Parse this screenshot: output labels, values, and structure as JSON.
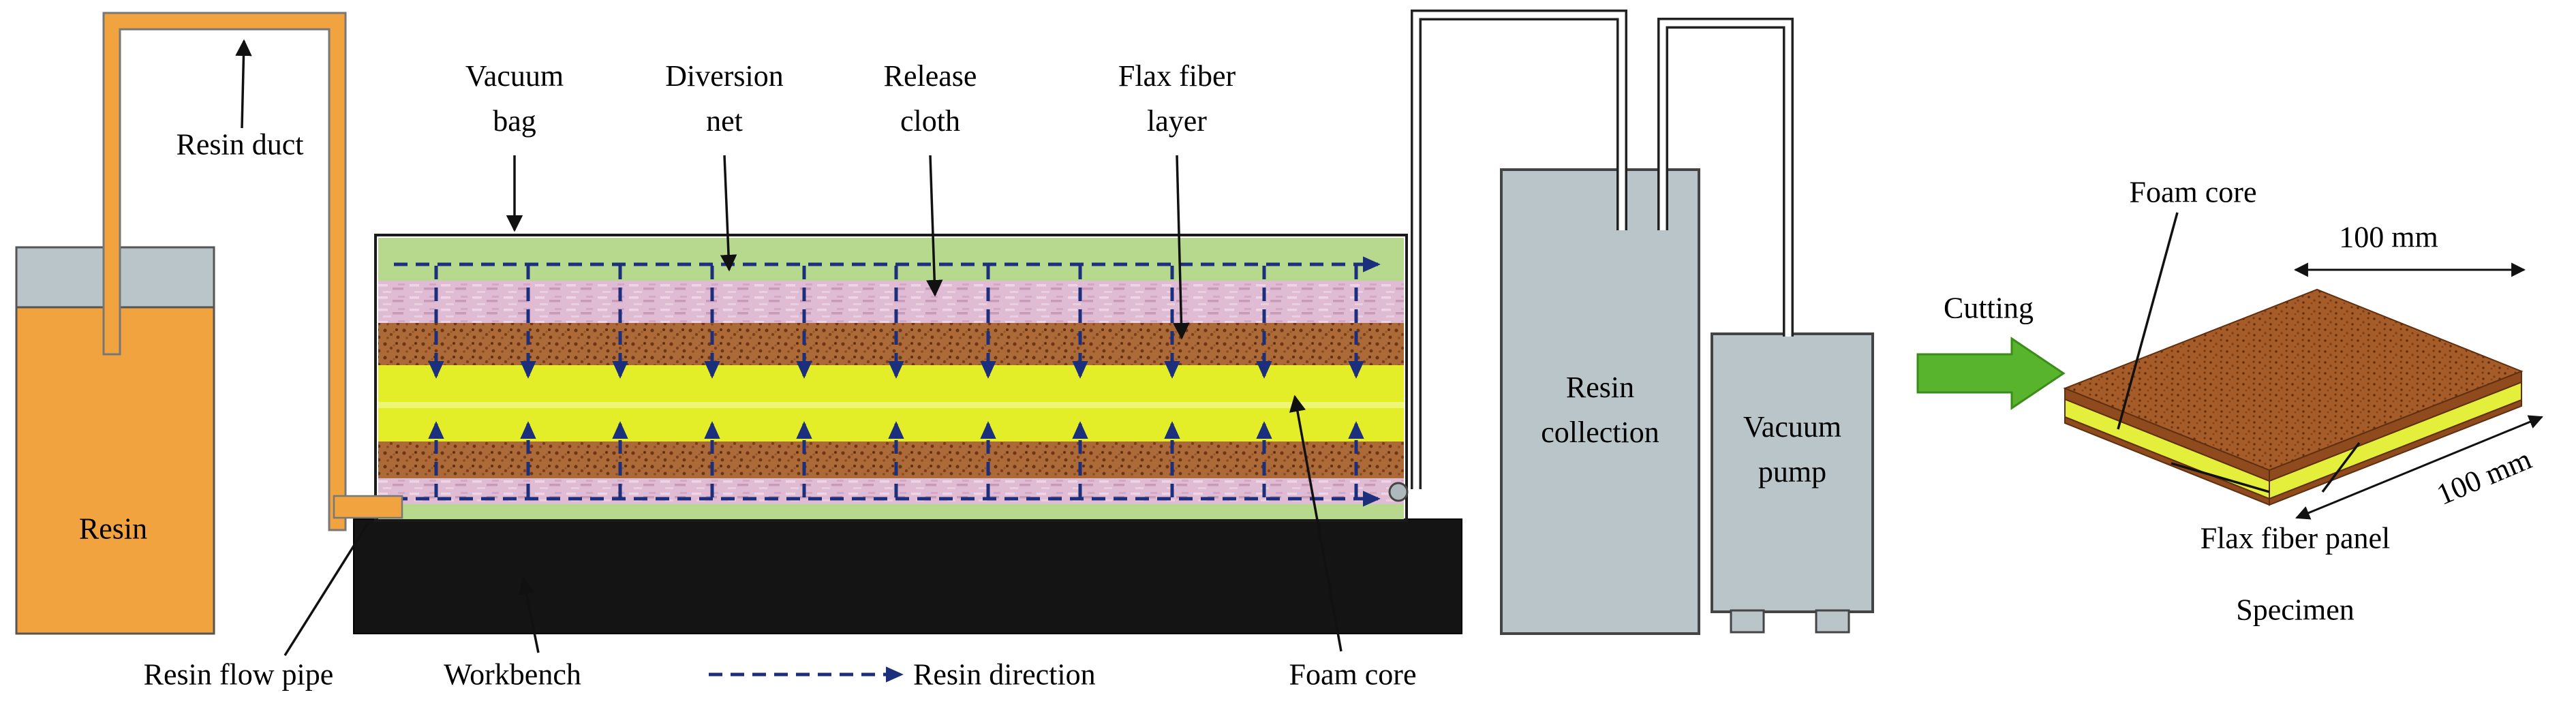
{
  "colors": {
    "resin_orange": "#f1a33f",
    "container_gray": "#b9c5c9",
    "workbench_black": "#141414",
    "vacuum_bag_green": "#b6d98d",
    "release_cloth_pink": "#dfbcd4",
    "flax_fiber_brown": "#ab6a38",
    "foam_yellow": "#e4ee28",
    "resin_direction_navy": "#1c2f7c",
    "cutting_green": "#57b42c",
    "specimen_brown": "#a55c28",
    "specimen_brown_dark": "#8f4a1d",
    "specimen_foam": "#e3ef3a"
  },
  "labels": {
    "resin": "Resin",
    "resin_duct": "Resin duct",
    "vacuum_bag": {
      "line1": "Vacuum",
      "line2": "bag"
    },
    "diversion_net": {
      "line1": "Diversion",
      "line2": "net"
    },
    "release_cloth": {
      "line1": "Release",
      "line2": "cloth"
    },
    "flax_fiber_layer": {
      "line1": "Flax fiber",
      "line2": "layer"
    },
    "resin_collection": {
      "line1": "Resin",
      "line2": "collection"
    },
    "vacuum_pump": {
      "line1": "Vacuum",
      "line2": "pump"
    },
    "cutting": "Cutting",
    "foam_core_specimen": "Foam core",
    "dimension_width": "100 mm",
    "dimension_depth": "100 mm",
    "flax_fiber_panel": "Flax fiber panel",
    "specimen": "Specimen",
    "resin_flow_pipe": "Resin flow pipe",
    "workbench": "Workbench",
    "resin_direction": "Resin direction",
    "foam_core_stack": "Foam core"
  }
}
